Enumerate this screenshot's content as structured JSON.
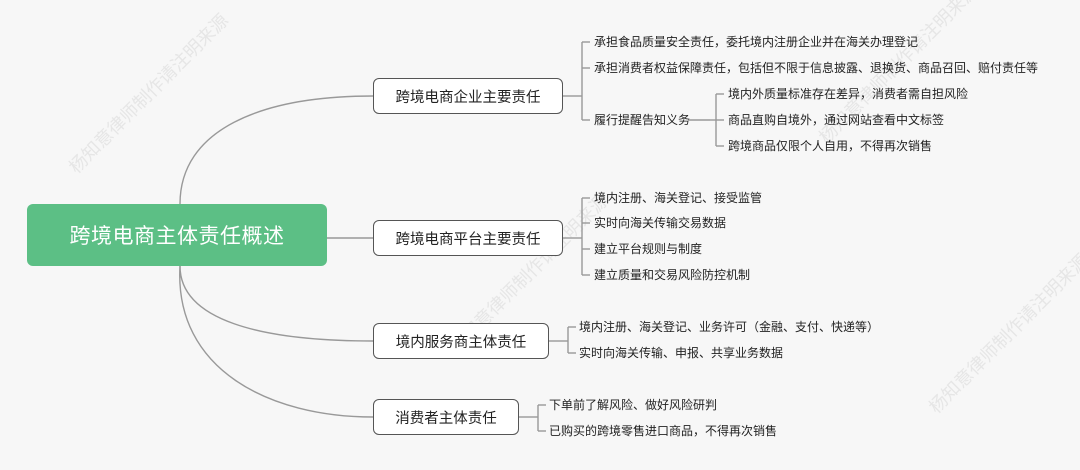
{
  "root": {
    "label": "跨境电商主体责任概述"
  },
  "watermark": "杨知意律师制作请注明来源",
  "branches": [
    {
      "label": "跨境电商企业主要责任",
      "children": [
        {
          "label": "承担食品质量安全责任，委托境内注册企业并在海关办理登记"
        },
        {
          "label": "承担消费者权益保障责任，包括但不限于信息披露、退换货、商品召回、赔付责任等"
        },
        {
          "label": "履行提醒告知义务",
          "children": [
            {
              "label": "境内外质量标准存在差异，消费者需自担风险"
            },
            {
              "label": "商品直购自境外，通过网站查看中文标签"
            },
            {
              "label": "跨境商品仅限个人自用，不得再次销售"
            }
          ]
        }
      ]
    },
    {
      "label": "跨境电商平台主要责任",
      "children": [
        {
          "label": "境内注册、海关登记、接受监管"
        },
        {
          "label": "实时向海关传输交易数据"
        },
        {
          "label": "建立平台规则与制度"
        },
        {
          "label": "建立质量和交易风险防控机制"
        }
      ]
    },
    {
      "label": "境内服务商主体责任",
      "children": [
        {
          "label": "境内注册、海关登记、业务许可（金融、支付、快递等）"
        },
        {
          "label": "实时向海关传输、申报、共享业务数据"
        }
      ]
    },
    {
      "label": "消费者主体责任",
      "children": [
        {
          "label": "下单前了解风险、做好风险研判"
        },
        {
          "label": "已购买的跨境零售进口商品，不得再次销售"
        }
      ]
    }
  ],
  "colors": {
    "root_bg": "#5cbf85",
    "line": "#999999",
    "branch_border": "#555555"
  }
}
